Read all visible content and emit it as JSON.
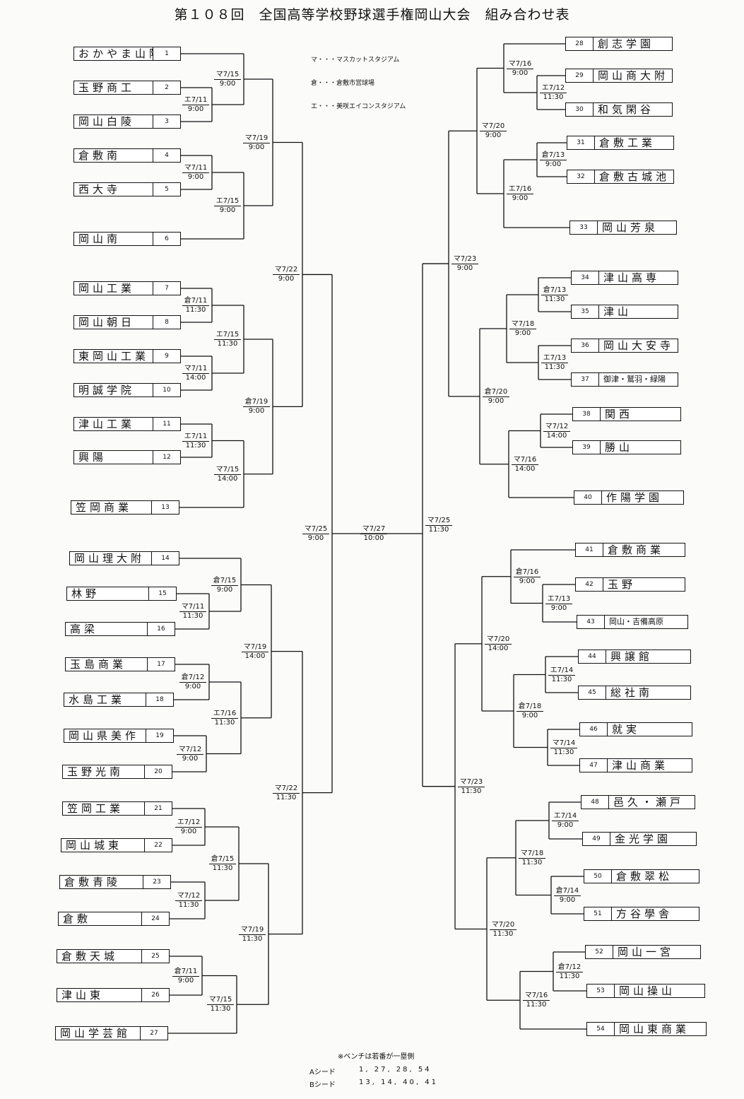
{
  "title": "第１０８回　全国高等学校野球選手権岡山大会　組み合わせ表",
  "legend": [
    "マ・・・マスカットスタジアム",
    "倉・・・倉敷市営球場",
    "エ・・・美咲エイコンスタジアム"
  ],
  "teams": [
    {
      "num": "1",
      "name": "おかやま山陽"
    },
    {
      "num": "2",
      "name": "玉野商工"
    },
    {
      "num": "3",
      "name": "岡山白陵"
    },
    {
      "num": "4",
      "name": "倉敷南"
    },
    {
      "num": "5",
      "name": "西大寺"
    },
    {
      "num": "6",
      "name": "岡山南"
    },
    {
      "num": "7",
      "name": "岡山工業"
    },
    {
      "num": "8",
      "name": "岡山朝日"
    },
    {
      "num": "9",
      "name": "東岡山工業"
    },
    {
      "num": "10",
      "name": "明誠学院"
    },
    {
      "num": "11",
      "name": "津山工業"
    },
    {
      "num": "12",
      "name": "興陽"
    },
    {
      "num": "13",
      "name": "笠岡商業"
    },
    {
      "num": "14",
      "name": "岡山理大附"
    },
    {
      "num": "15",
      "name": "林野"
    },
    {
      "num": "16",
      "name": "高梁"
    },
    {
      "num": "17",
      "name": "玉島商業"
    },
    {
      "num": "18",
      "name": "水島工業"
    },
    {
      "num": "19",
      "name": "岡山県美作"
    },
    {
      "num": "20",
      "name": "玉野光南"
    },
    {
      "num": "21",
      "name": "笠岡工業"
    },
    {
      "num": "22",
      "name": "岡山城東"
    },
    {
      "num": "23",
      "name": "倉敷青陵"
    },
    {
      "num": "24",
      "name": "倉敷"
    },
    {
      "num": "25",
      "name": "倉敷天城"
    },
    {
      "num": "26",
      "name": "津山東"
    },
    {
      "num": "27",
      "name": "岡山学芸館"
    },
    {
      "num": "28",
      "name": "創志学園"
    },
    {
      "num": "29",
      "name": "岡山商大附"
    },
    {
      "num": "30",
      "name": "和気閑谷"
    },
    {
      "num": "31",
      "name": "倉敷工業"
    },
    {
      "num": "32",
      "name": "倉敷古城池"
    },
    {
      "num": "33",
      "name": "岡山芳泉"
    },
    {
      "num": "34",
      "name": "津山高専"
    },
    {
      "num": "35",
      "name": "津山"
    },
    {
      "num": "36",
      "name": "岡山大安寺"
    },
    {
      "num": "37",
      "name": "御津・鷲羽・緑陽"
    },
    {
      "num": "38",
      "name": "関西"
    },
    {
      "num": "39",
      "name": "勝山"
    },
    {
      "num": "40",
      "name": "作陽学園"
    },
    {
      "num": "41",
      "name": "倉敷商業"
    },
    {
      "num": "42",
      "name": "玉野"
    },
    {
      "num": "43",
      "name": "岡山・吉備高原"
    },
    {
      "num": "44",
      "name": "興譲館"
    },
    {
      "num": "45",
      "name": "総社南"
    },
    {
      "num": "46",
      "name": "就実"
    },
    {
      "num": "47",
      "name": "津山商業"
    },
    {
      "num": "48",
      "name": "邑久・瀬戸"
    },
    {
      "num": "49",
      "name": "金光学園"
    },
    {
      "num": "50",
      "name": "倉敷翠松"
    },
    {
      "num": "51",
      "name": "方谷學舎"
    },
    {
      "num": "52",
      "name": "岡山一宮"
    },
    {
      "num": "53",
      "name": "岡山操山"
    },
    {
      "num": "54",
      "name": "岡山東商業"
    }
  ],
  "games": [
    {
      "v": "マ7/15",
      "t": "9:00"
    },
    {
      "v": "エ7/11",
      "t": "9:00"
    },
    {
      "v": "マ7/19",
      "t": "9:00"
    },
    {
      "v": "マ7/11",
      "t": "9:00"
    },
    {
      "v": "エ7/15",
      "t": "9:00"
    },
    {
      "v": "マ7/22",
      "t": "9:00"
    },
    {
      "v": "倉7/11",
      "t": "11:30"
    },
    {
      "v": "エ7/15",
      "t": "11:30"
    },
    {
      "v": "マ7/11",
      "t": "14:00"
    },
    {
      "v": "倉7/19",
      "t": "9:00"
    },
    {
      "v": "エ7/11",
      "t": "11:30"
    },
    {
      "v": "マ7/15",
      "t": "14:00"
    },
    {
      "v": "マ7/25",
      "t": "9:00"
    },
    {
      "v": "マ7/27",
      "t": "10:00"
    },
    {
      "v": "マ7/25",
      "t": "11:30"
    },
    {
      "v": "倉7/15",
      "t": "9:00"
    },
    {
      "v": "マ7/11",
      "t": "11:30"
    },
    {
      "v": "マ7/19",
      "t": "14:00"
    },
    {
      "v": "倉7/12",
      "t": "9:00"
    },
    {
      "v": "エ7/16",
      "t": "11:30"
    },
    {
      "v": "マ7/12",
      "t": "9:00"
    },
    {
      "v": "マ7/22",
      "t": "11:30"
    },
    {
      "v": "エ7/12",
      "t": "9:00"
    },
    {
      "v": "倉7/15",
      "t": "11:30"
    },
    {
      "v": "マ7/12",
      "t": "11:30"
    },
    {
      "v": "マ7/19",
      "t": "11:30"
    },
    {
      "v": "倉7/11",
      "t": "9:00"
    },
    {
      "v": "マ7/15",
      "t": "11:30"
    },
    {
      "v": "マ7/16",
      "t": "9:00"
    },
    {
      "v": "エ7/12",
      "t": "11:30"
    },
    {
      "v": "マ7/20",
      "t": "9:00"
    },
    {
      "v": "倉7/13",
      "t": "9:00"
    },
    {
      "v": "エ7/16",
      "t": "9:00"
    },
    {
      "v": "マ7/23",
      "t": "9:00"
    },
    {
      "v": "倉7/13",
      "t": "11:30"
    },
    {
      "v": "マ7/18",
      "t": "9:00"
    },
    {
      "v": "エ7/13",
      "t": "11:30"
    },
    {
      "v": "倉7/20",
      "t": "9:00"
    },
    {
      "v": "マ7/12",
      "t": "14:00"
    },
    {
      "v": "マ7/16",
      "t": "14:00"
    },
    {
      "v": "倉7/16",
      "t": "9:00"
    },
    {
      "v": "エ7/13",
      "t": "9:00"
    },
    {
      "v": "マ7/20",
      "t": "14:00"
    },
    {
      "v": "エ7/14",
      "t": "11:30"
    },
    {
      "v": "倉7/18",
      "t": "9:00"
    },
    {
      "v": "マ7/14",
      "t": "11:30"
    },
    {
      "v": "マ7/23",
      "t": "11:30"
    },
    {
      "v": "エ7/14",
      "t": "9:00"
    },
    {
      "v": "マ7/18",
      "t": "11:30"
    },
    {
      "v": "倉7/14",
      "t": "9:00"
    },
    {
      "v": "マ7/20",
      "t": "11:30"
    },
    {
      "v": "倉7/12",
      "t": "11:30"
    },
    {
      "v": "マ7/16",
      "t": "11:30"
    }
  ],
  "notes": {
    "bench": "※ベンチは若番が一塁側",
    "seed_a_label": "Aシード",
    "seed_a": "1, 27, 28, 54",
    "seed_b_label": "Bシード",
    "seed_b": "13, 14, 40, 41"
  }
}
